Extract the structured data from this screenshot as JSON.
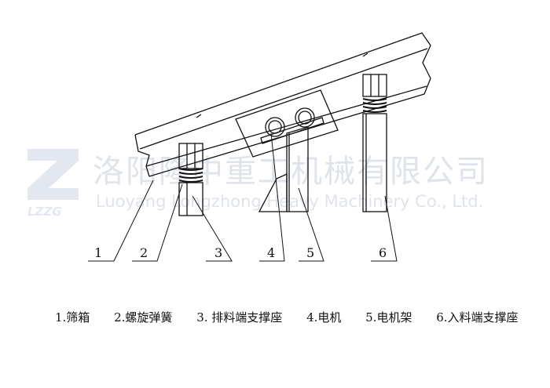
{
  "watermark": {
    "company_cn": "洛阳隆中重工机械有限公司",
    "company_en": "Luoyang Longzhong Heavy Machinery Co., Ltd.",
    "logo_text": "LZZG"
  },
  "callouts": [
    "1",
    "2",
    "3",
    "4",
    "5",
    "6"
  ],
  "legend": [
    "1.筛箱",
    "2.螺旋弹簧",
    "3. 排料端支撑座",
    "4.电机",
    "5.电机架",
    "6.入料端支撑座"
  ]
}
